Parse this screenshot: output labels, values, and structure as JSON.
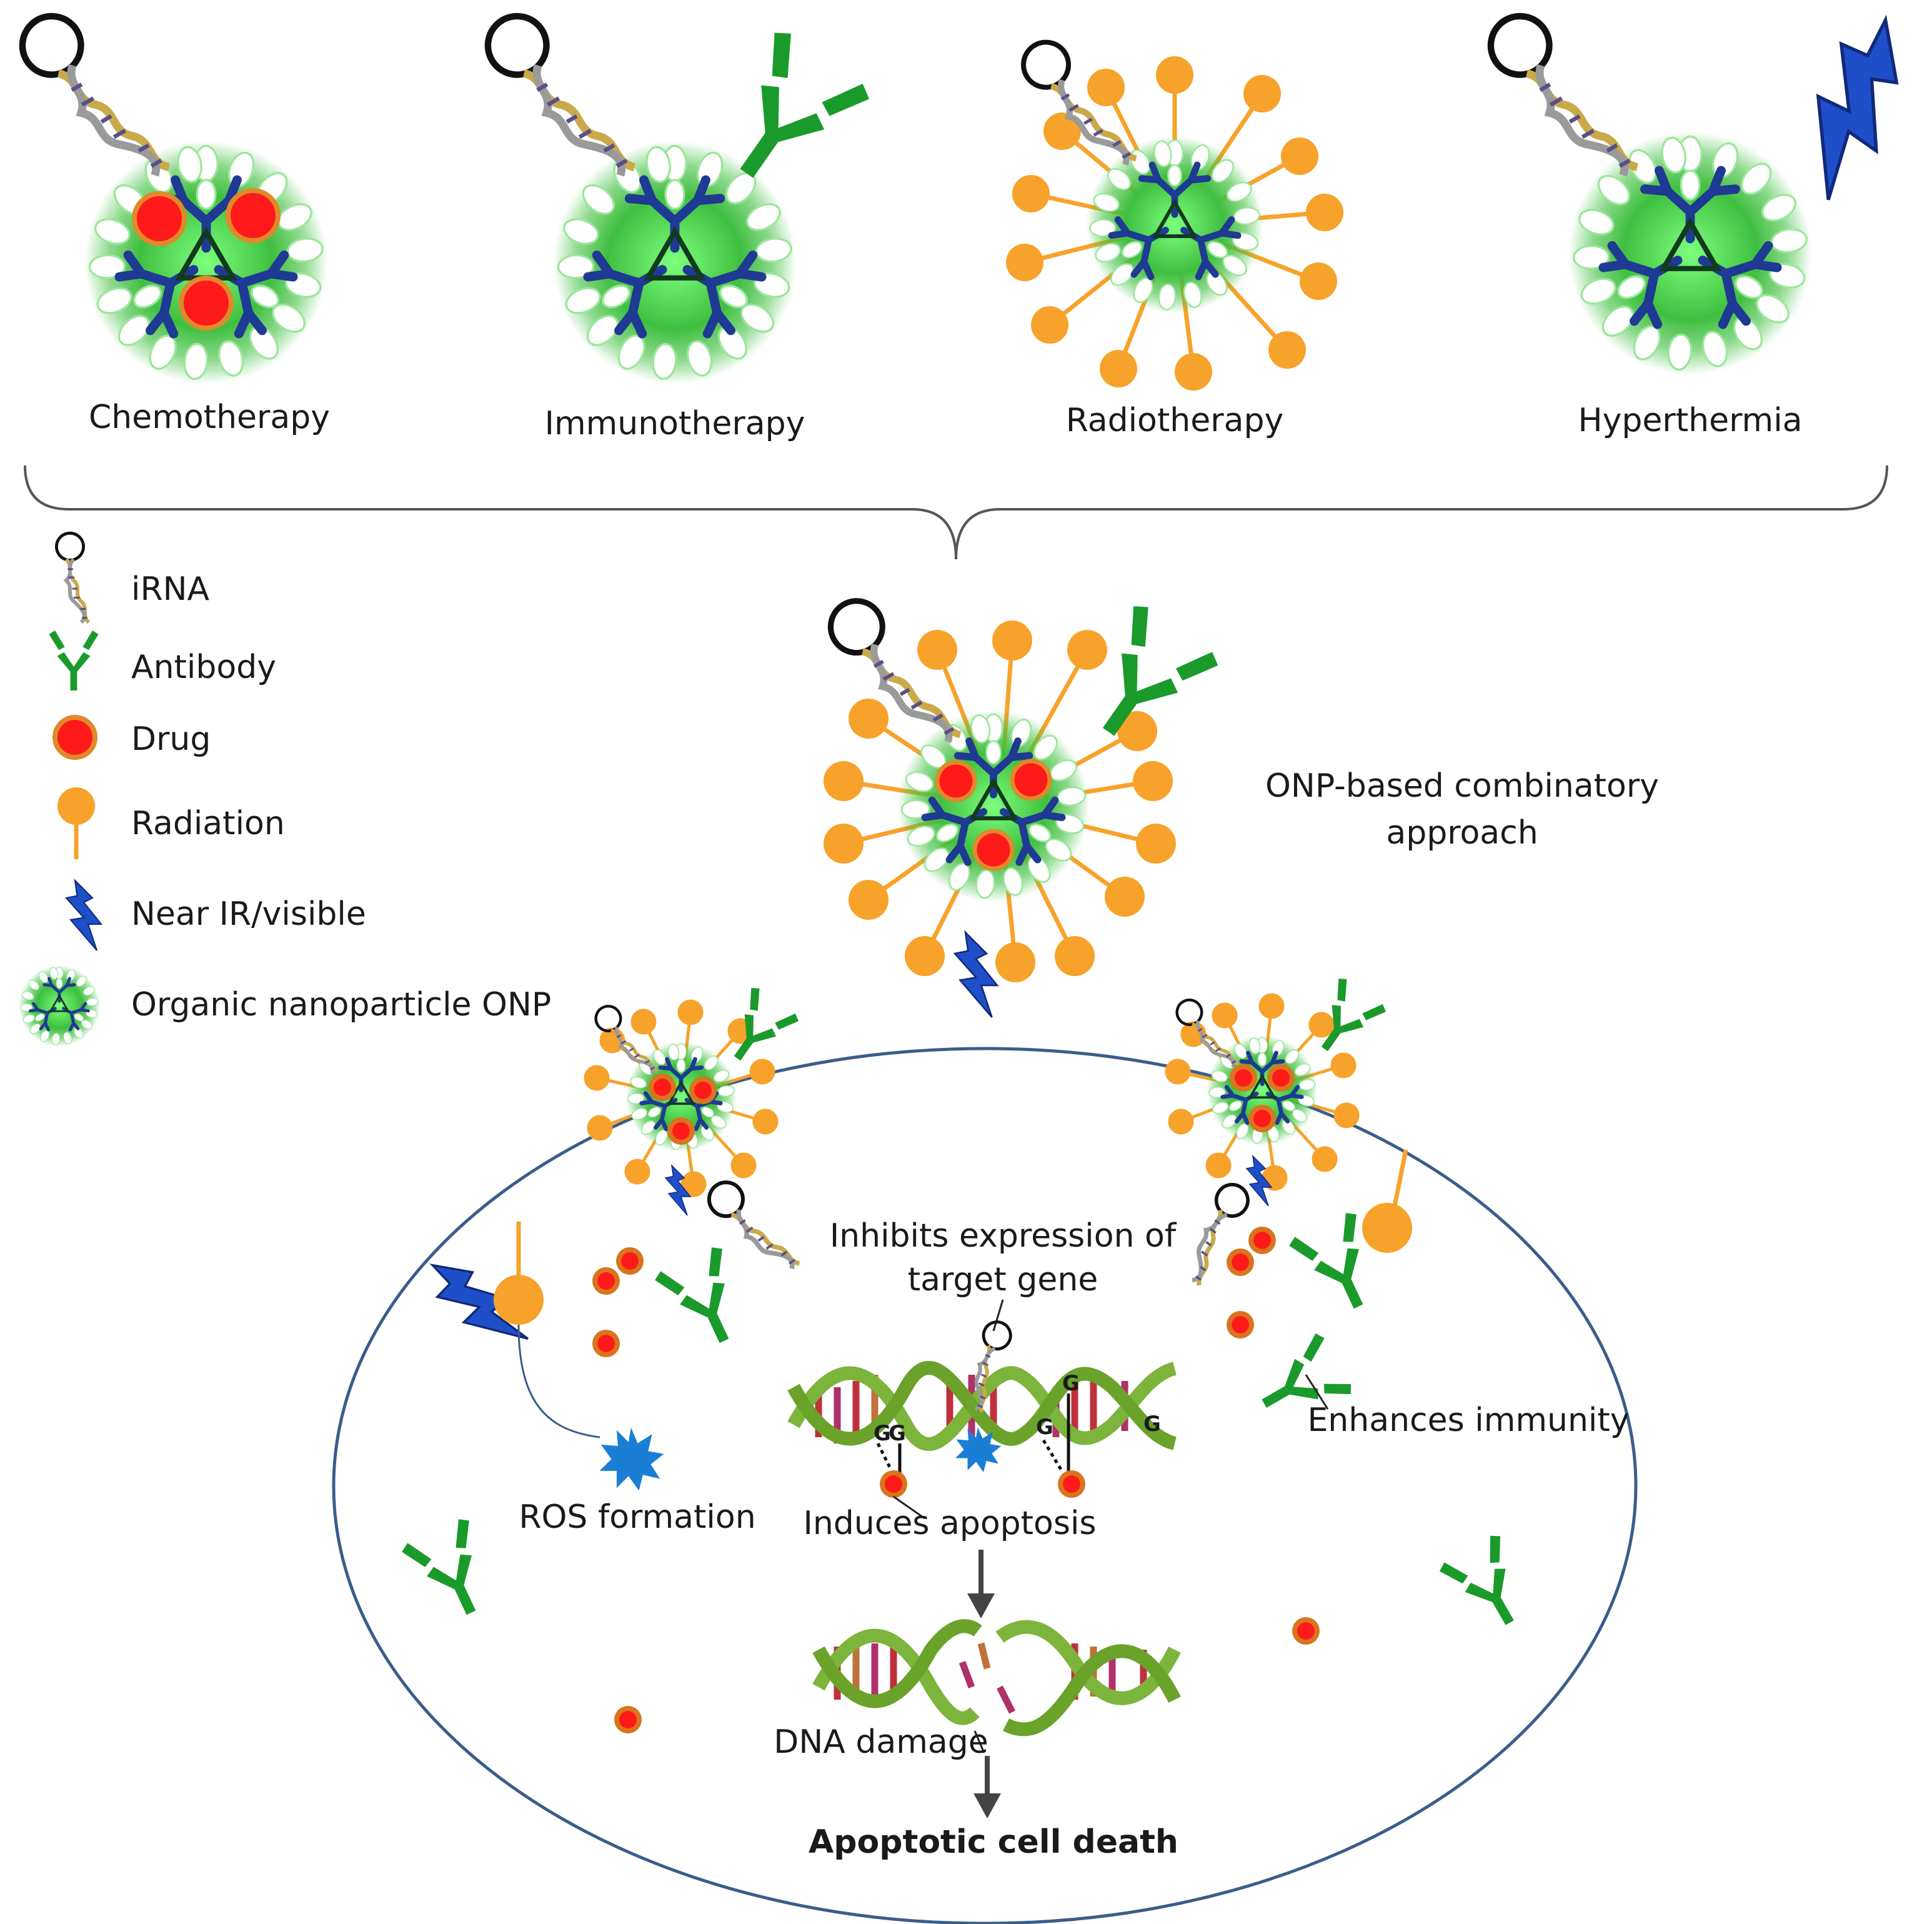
{
  "therapies": [
    {
      "label": "Chemotherapy"
    },
    {
      "label": "Immunotherapy"
    },
    {
      "label": "Radiotherapy"
    },
    {
      "label": "Hyperthermia"
    }
  ],
  "legend": {
    "items": [
      {
        "label": "iRNA",
        "icon": "irna-icon"
      },
      {
        "label": "Antibody",
        "icon": "antibody-icon"
      },
      {
        "label": "Drug",
        "icon": "drug-icon"
      },
      {
        "label": "Radiation",
        "icon": "radiation-icon"
      },
      {
        "label": "Near IR/visible",
        "icon": "lightning-icon"
      },
      {
        "label": "Organic nanoparticle ONP",
        "icon": "nanoparticle-icon"
      }
    ]
  },
  "combo": {
    "line1": "ONP-based combinatory",
    "line2": "approach"
  },
  "cell": {
    "inhibits_line1": "Inhibits expression of",
    "inhibits_line2": "target gene",
    "enhances": "Enhances immunity",
    "ros": "ROS formation",
    "induces": "Induces apoptosis",
    "dna_damage": "DNA damage",
    "death": "Apoptotic cell death",
    "base_label": "G"
  },
  "colors": {
    "np_glow": "#3fbf3f",
    "dendrimer": "#1f3a93",
    "drug_fill": "#ff1a1a",
    "drug_ring": "#e0892b",
    "radiation": "#f7a22a",
    "antibody": "#1a9a2a",
    "lightning": "#1f4fc8",
    "ros": "#1a7fd4",
    "cell_outline": "#3a5d8a",
    "dna_backbone": "#7db43c",
    "arrow": "#444444"
  }
}
